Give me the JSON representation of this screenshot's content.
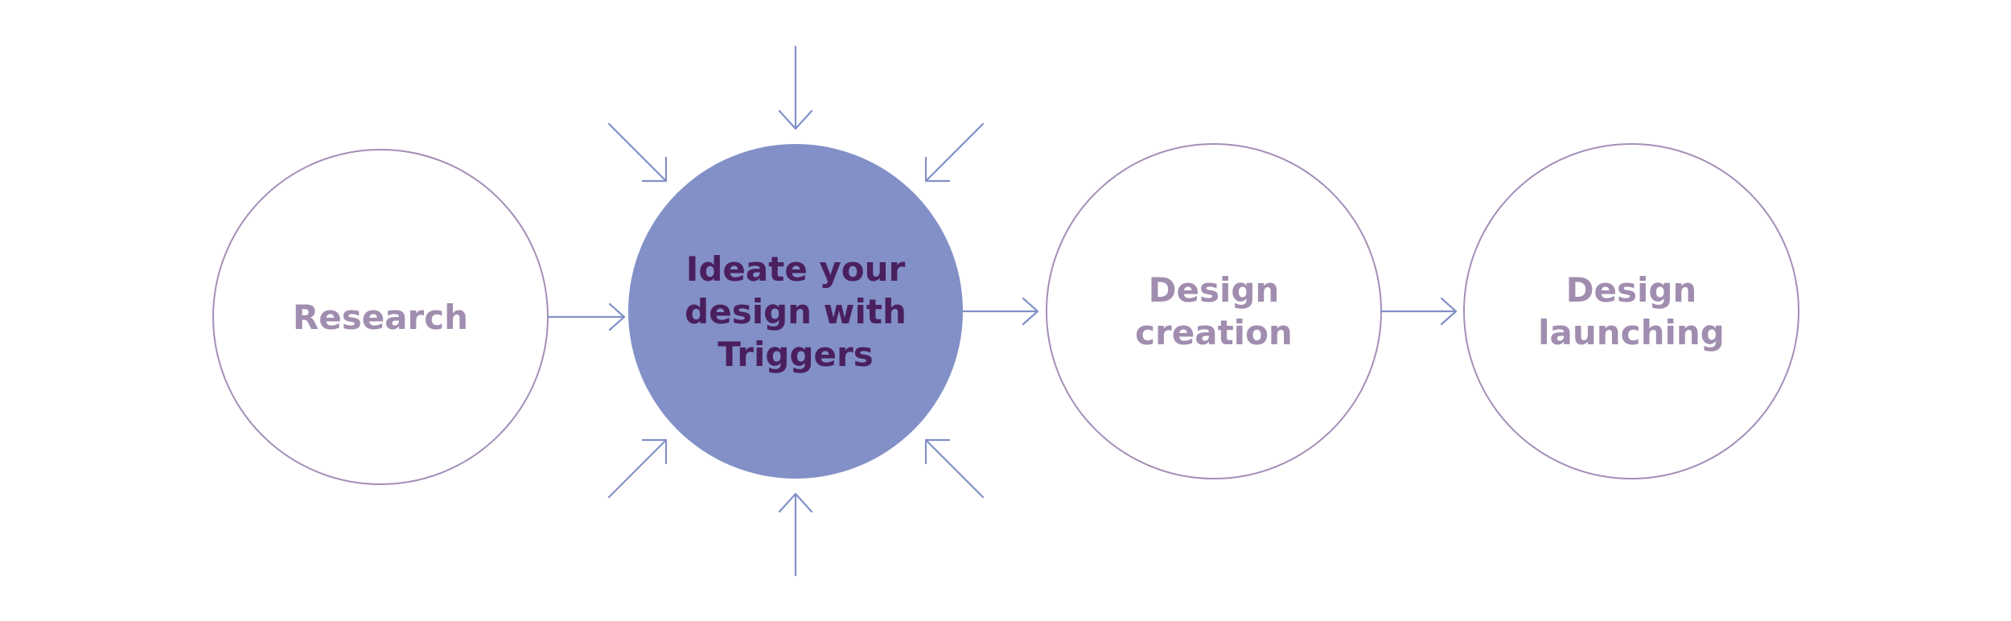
{
  "colors": {
    "outline": "#a48eb6",
    "active_fill": "#8290c7",
    "arrow": "#8290c7",
    "label": "#a08daf",
    "active_label": "#4a1f5e"
  },
  "stages": [
    {
      "label": "Research"
    },
    {
      "label": "Ideate your\ndesign with\nTriggers",
      "active": true
    },
    {
      "label": "Design\ncreation"
    },
    {
      "label": "Design\nlaunching"
    }
  ]
}
